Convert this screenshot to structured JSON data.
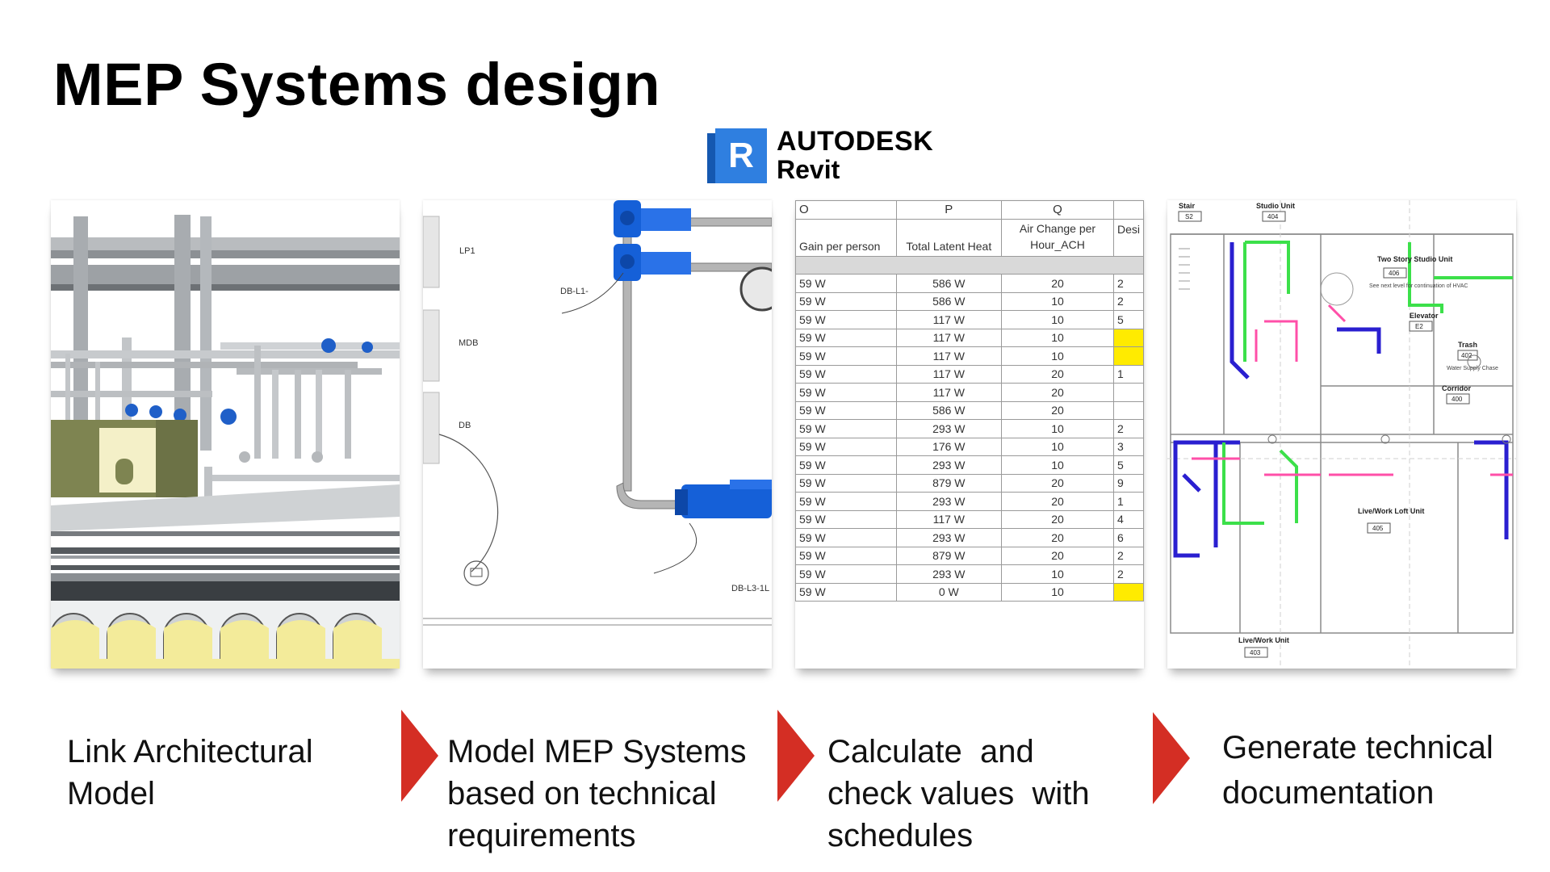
{
  "slide": {
    "title": "MEP Systems design"
  },
  "logo": {
    "icon_letter": "R",
    "brand": "AUTODESK",
    "product": "Revit"
  },
  "panels": {
    "model_labels": {
      "lp1": "LP1",
      "mdb": "MDB",
      "db": "DB",
      "db_l1": "DB-L1-",
      "db_l3": "DB-L3-1L"
    },
    "schedule": {
      "col_letters": [
        "O",
        "P",
        "Q",
        ""
      ],
      "headers": [
        "Gain per person",
        "Total Latent Heat",
        "Air Change per Hour_ACH",
        "Desi"
      ],
      "rows": [
        {
          "gain": "59 W",
          "latent": "586 W",
          "ach": "20",
          "d": "2",
          "hl": false
        },
        {
          "gain": "59 W",
          "latent": "586 W",
          "ach": "10",
          "d": "2",
          "hl": false
        },
        {
          "gain": "59 W",
          "latent": "117 W",
          "ach": "10",
          "d": "5",
          "hl": false
        },
        {
          "gain": "59 W",
          "latent": "117 W",
          "ach": "10",
          "d": "",
          "hl": true
        },
        {
          "gain": "59 W",
          "latent": "117 W",
          "ach": "10",
          "d": "",
          "hl": true
        },
        {
          "gain": "59 W",
          "latent": "117 W",
          "ach": "20",
          "d": "1",
          "hl": false
        },
        {
          "gain": "59 W",
          "latent": "117 W",
          "ach": "20",
          "d": "",
          "hl": false
        },
        {
          "gain": "59 W",
          "latent": "586 W",
          "ach": "20",
          "d": "",
          "hl": false
        },
        {
          "gain": "59 W",
          "latent": "293 W",
          "ach": "10",
          "d": "2",
          "hl": false
        },
        {
          "gain": "59 W",
          "latent": "176 W",
          "ach": "10",
          "d": "3",
          "hl": false
        },
        {
          "gain": "59 W",
          "latent": "293 W",
          "ach": "10",
          "d": "5",
          "hl": false
        },
        {
          "gain": "59 W",
          "latent": "879 W",
          "ach": "20",
          "d": "9",
          "hl": false
        },
        {
          "gain": "59 W",
          "latent": "293 W",
          "ach": "20",
          "d": "1",
          "hl": false
        },
        {
          "gain": "59 W",
          "latent": "117 W",
          "ach": "20",
          "d": "4",
          "hl": false
        },
        {
          "gain": "59 W",
          "latent": "293 W",
          "ach": "20",
          "d": "6",
          "hl": false
        },
        {
          "gain": "59 W",
          "latent": "879 W",
          "ach": "20",
          "d": "2",
          "hl": false
        },
        {
          "gain": "59 W",
          "latent": "293 W",
          "ach": "10",
          "d": "2",
          "hl": false
        },
        {
          "gain": "59 W",
          "latent": "0 W",
          "ach": "10",
          "d": "",
          "hl": true
        }
      ]
    },
    "plan_labels": {
      "stair": "Stair",
      "stair_tag": "S2",
      "studio": "Studio Unit",
      "studio_tag": "404",
      "two_story": "Two Story Studio Unit",
      "two_story_tag": "406",
      "note": "See next level for continuation of HVAC",
      "elevator": "Elevator",
      "elevator_tag": "E2",
      "trash": "Trash",
      "trash_tag": "402",
      "water": "Water Supply Chase",
      "corridor": "Corridor",
      "corridor_tag": "400",
      "livework_loft": "Live/Work Loft Unit",
      "livework_loft_tag": "405",
      "livework_unit": "Live/Work Unit",
      "livework_unit_tag": "403"
    }
  },
  "steps": [
    {
      "label": "Link Architectural Model"
    },
    {
      "label": "Model MEP Systems based on technical requirements"
    },
    {
      "label": "Calculate  and check values  with schedules"
    },
    {
      "label": "Generate technical documentation"
    }
  ],
  "colors": {
    "arrow": "#d42e24",
    "revit_blue": "#2f7fe0",
    "pipe_blue": "#1560d8",
    "duct_blue": "#2a1fd0",
    "duct_green": "#3ce04a",
    "duct_pink": "#ff4fa8",
    "highlight_yellow": "#ffeb00"
  }
}
